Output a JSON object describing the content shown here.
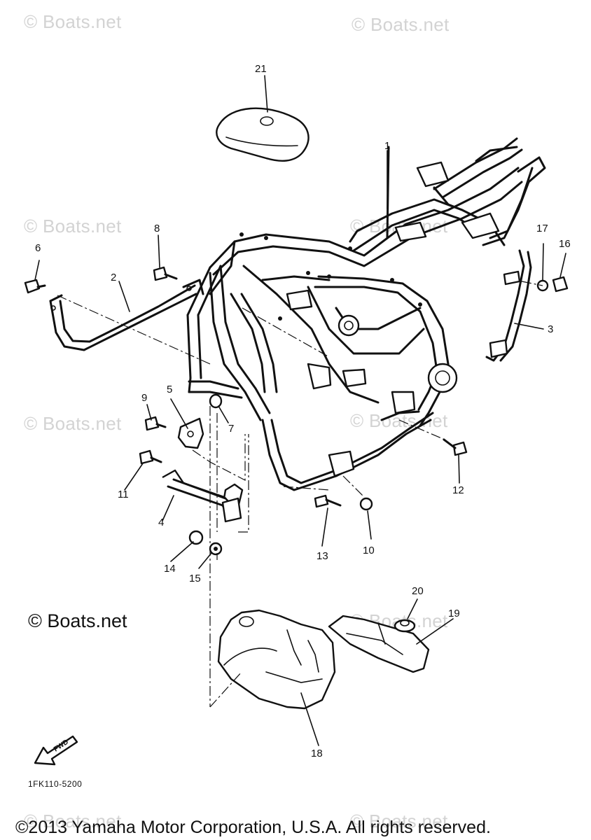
{
  "watermarks": [
    "© Boats.net",
    "© Boats.net",
    "© Boats.net",
    "© Boats.net",
    "© Boats.net",
    "© Boats.net",
    "© Boats.net",
    "© Boats.net",
    "© Boats.net"
  ],
  "watermark_dark": "© Boats.net",
  "callouts": [
    "1",
    "2",
    "3",
    "4",
    "5",
    "6",
    "7",
    "8",
    "9",
    "10",
    "11",
    "12",
    "13",
    "14",
    "15",
    "16",
    "17",
    "18",
    "19",
    "20",
    "21"
  ],
  "fwd_label": "FWD",
  "diagram_code": "1FK110-5200",
  "copyright": "©2013 Yamaha Motor Corporation, U.S.A. All rights reserved."
}
